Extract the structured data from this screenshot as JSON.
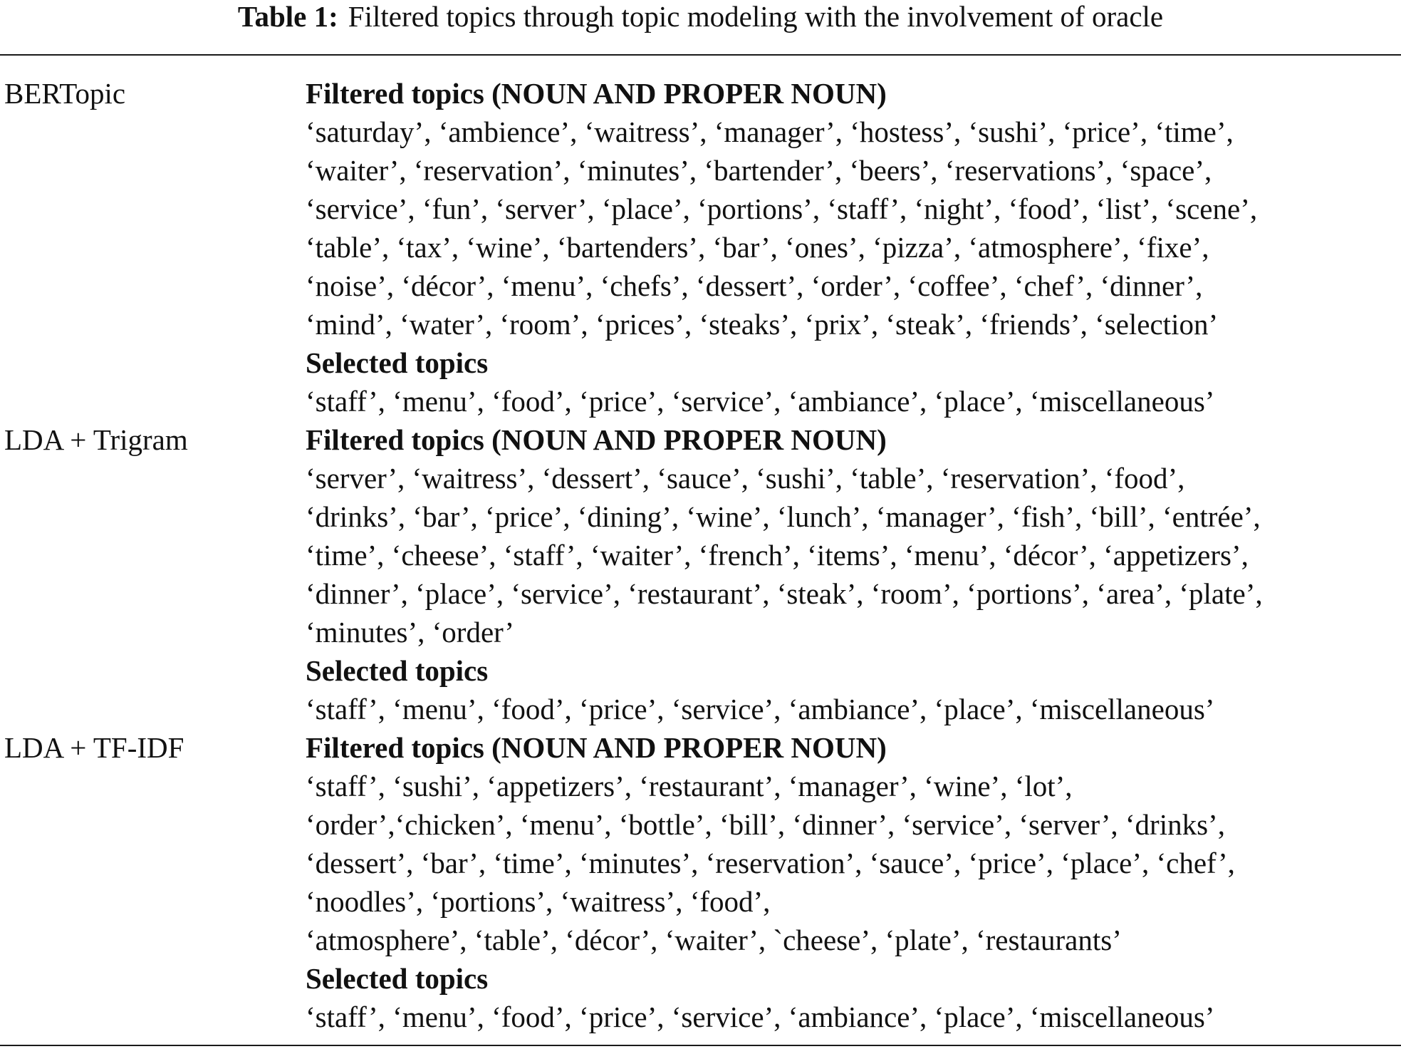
{
  "caption": {
    "label": "Table 1:",
    "text": "Filtered topics through topic modeling with the involvement of oracle"
  },
  "rows": [
    {
      "method": "BERTopic",
      "filtered_heading": "Filtered topics (NOUN AND PROPER NOUN)",
      "filtered_lines": [
        "‘saturday’, ‘ambience’, ‘waitress’, ‘manager’, ‘hostess’, ‘sushi’, ‘price’, ‘time’,",
        "‘waiter’, ‘reservation’, ‘minutes’, ‘bartender’, ‘beers’, ‘reservations’, ‘space’,",
        "‘service’, ‘fun’, ‘server’, ‘place’, ‘portions’, ‘staff’, ‘night’, ‘food’, ‘list’, ‘scene’,",
        "‘table’, ‘tax’, ‘wine’, ‘bartenders’, ‘bar’, ‘ones’, ‘pizza’, ‘atmosphere’, ‘fixe’,",
        "‘noise’, ‘décor’, ‘menu’, ‘chefs’, ‘dessert’, ‘order’, ‘coffee’, ‘chef’, ‘dinner’,",
        "‘mind’, ‘water’, ‘room’, ‘prices’, ‘steaks’, ‘prix’, ‘steak’, ‘friends’, ‘selection’"
      ],
      "selected_heading": "Selected topics",
      "selected_line": "‘staff’, ‘menu’, ‘food’, ‘price’, ‘service’, ‘ambiance’, ‘place’, ‘miscellaneous’"
    },
    {
      "method": "LDA + Trigram",
      "filtered_heading": "Filtered topics (NOUN AND PROPER NOUN)",
      "filtered_lines": [
        "‘server’, ‘waitress’, ‘dessert’, ‘sauce’, ‘sushi’, ‘table’, ‘reservation’, ‘food’,",
        "‘drinks’, ‘bar’, ‘price’, ‘dining’, ‘wine’, ‘lunch’, ‘manager’, ‘fish’, ‘bill’, ‘entrée’,",
        "‘time’, ‘cheese’, ‘staff’, ‘waiter’, ‘french’, ‘items’, ‘menu’, ‘décor’, ‘appetizers’,",
        "‘dinner’, ‘place’, ‘service’, ‘restaurant’, ‘steak’, ‘room’, ‘portions’, ‘area’, ‘plate’,",
        "‘minutes’, ‘order’"
      ],
      "selected_heading": "Selected topics",
      "selected_line": "‘staff’, ‘menu’, ‘food’, ‘price’, ‘service’, ‘ambiance’, ‘place’, ‘miscellaneous’"
    },
    {
      "method": "LDA + TF-IDF",
      "filtered_heading": "Filtered topics (NOUN AND PROPER NOUN)",
      "filtered_lines": [
        "‘staff’, ‘sushi’, ‘appetizers’, ‘restaurant’, ‘manager’, ‘wine’, ‘lot’,",
        "‘order’,‘chicken’, ‘menu’, ‘bottle’, ‘bill’, ‘dinner’, ‘service’, ‘server’, ‘drinks’,",
        "‘dessert’, ‘bar’, ‘time’, ‘minutes’, ‘reservation’, ‘sauce’, ‘price’, ‘place’, ‘chef’,",
        "‘noodles’, ‘portions’, ‘waitress’, ‘food’,",
        "‘atmosphere’, ‘table’, ‘décor’, ‘waiter’, `cheese’, ‘plate’, ‘restaurants’"
      ],
      "selected_heading": "Selected topics",
      "selected_line": "‘staff’, ‘menu’, ‘food’, ‘price’, ‘service’, ‘ambiance’, ‘place’, ‘miscellaneous’"
    }
  ]
}
